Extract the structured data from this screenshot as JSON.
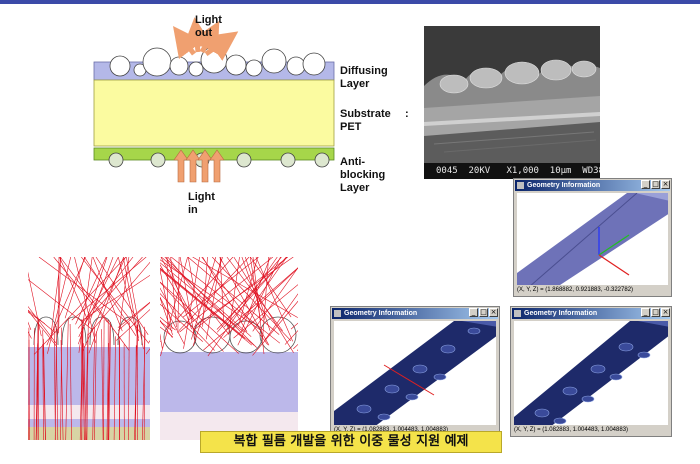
{
  "layer_diagram": {
    "light_out": "Light\nout",
    "light_in": "Light\nin",
    "diffusing_label": "Diffusing\nLayer",
    "substrate_label": "Substrate\nPET",
    "substrate_colon": ":",
    "antiblocking_label": "Anti-\nblocking\nLayer",
    "colors": {
      "diffusing": "#b4b8e8",
      "substrate": "#fbfba0",
      "antiblocking": "#a6d64a",
      "arrow": "#f0a070"
    }
  },
  "sem_image": {
    "info_bar": "0045  20KV   X1,000  10µm  WD38"
  },
  "windows": [
    {
      "title": "Geometry Information",
      "status": "(X, Y, Z) = (1.868882, 0.921883, -0.322782)"
    },
    {
      "title": "Geometry Information",
      "status": "(X, Y, Z) = (1.082883, 1.004483, 1.004883)"
    },
    {
      "title": "Geometry Information",
      "status": "(X, Y, Z) = (1.082883, 1.004483, 1.004883)"
    }
  ],
  "window_buttons": [
    "_",
    "□",
    "×"
  ],
  "caption": "복합 필름 개발을 위한 이중 물성 지원 예제",
  "colors": {
    "rays": "#e01020",
    "top_line": "#3b4aa8",
    "caption_bg": "#f4e34a"
  }
}
